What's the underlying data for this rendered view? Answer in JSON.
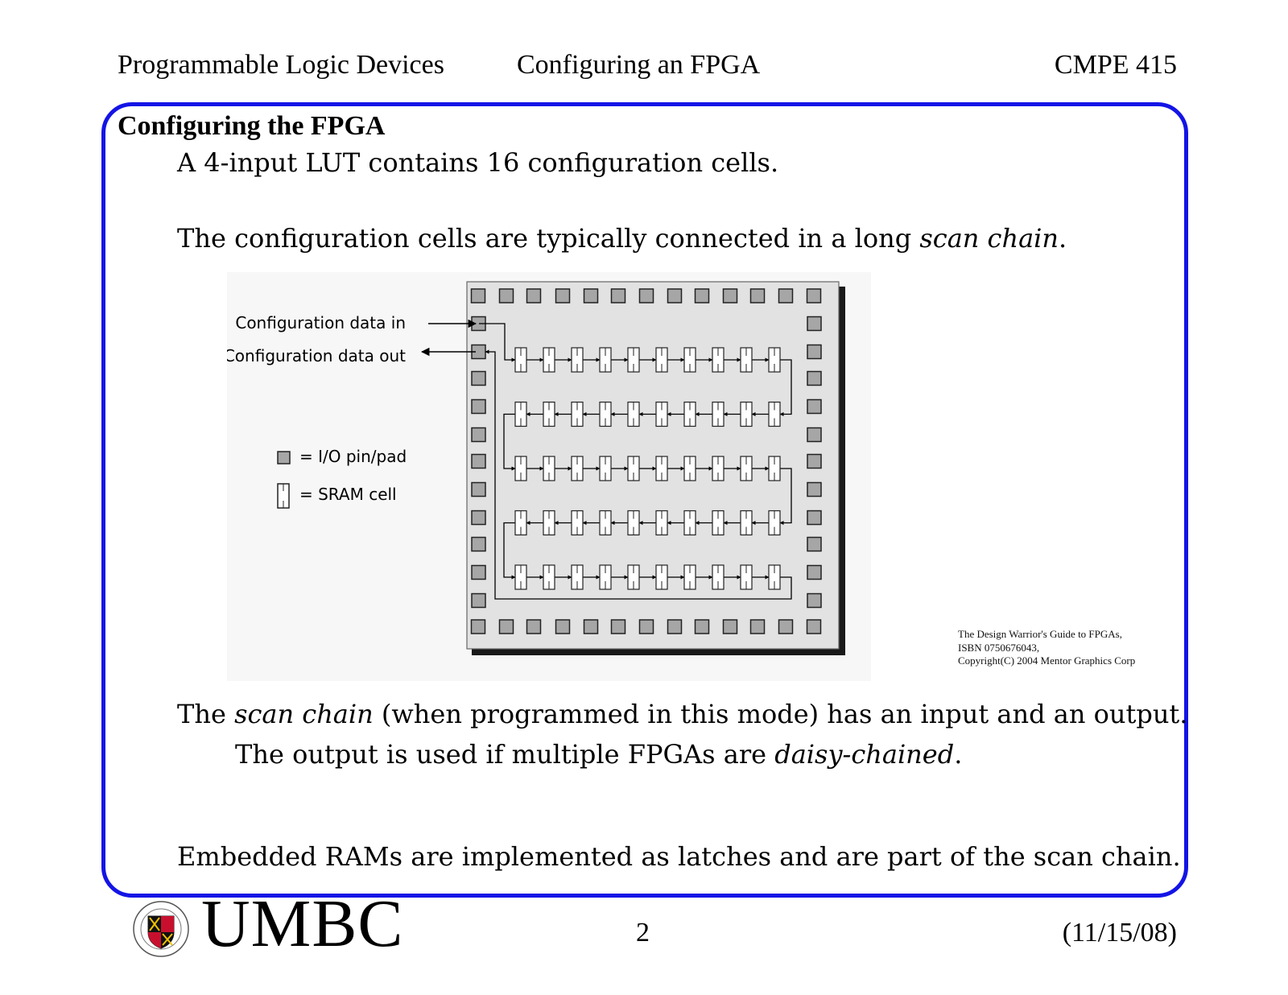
{
  "header": {
    "left": "Programmable Logic Devices",
    "middle": "Configuring an FPGA",
    "right": "CMPE 415"
  },
  "section_title": "Configuring the FPGA",
  "body": {
    "p1": "A 4-input LUT contains 16 configuration cells.",
    "p2_a": "The configuration cells are typically connected in a long ",
    "p2_em": "scan chain",
    "p2_b": ".",
    "p3_a": "The ",
    "p3_em": "scan chain",
    "p3_b": " (when programmed in this mode) has an input and an output.",
    "p4_a": "The output is used if multiple FPGAs are ",
    "p4_em": "daisy-chained",
    "p4_b": ".",
    "p5": "Embedded RAMs are implemented as latches and are part of the scan chain."
  },
  "figure": {
    "label_in": "Configuration data in",
    "label_out": "Configuration data out",
    "legend_pad": "= I/O pin/pad",
    "legend_sram": "= SRAM cell",
    "rows": 5,
    "cells_per_row": 10
  },
  "credit": {
    "line1": "The Design Warrior's Guide to FPGAs,",
    "line2": "ISBN 0750676043,",
    "line3": "Copyright(C) 2004 Mentor Graphics Corp"
  },
  "footer": {
    "logo_text": "UMBC",
    "page_number": "2",
    "date": "(11/15/08)"
  }
}
